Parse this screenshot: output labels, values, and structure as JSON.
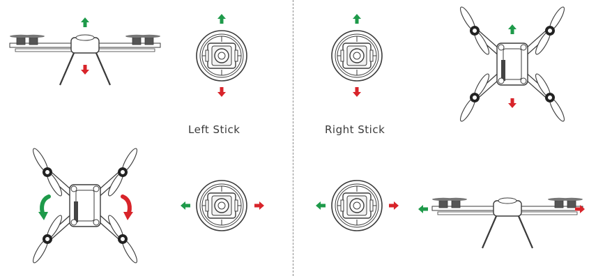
{
  "labels": {
    "left_stick": "Left Stick",
    "right_stick": "Right Stick"
  },
  "colors": {
    "up_arrow": "#1e9a4a",
    "down_arrow": "#d8242a",
    "left_arrow": "#1e9a4a",
    "right_arrow": "#d8242a",
    "line": "#3a3a3a",
    "divider": "#8a8a8a"
  },
  "panels": [
    {
      "stick": "left",
      "axis": "vertical",
      "drone_view": "side",
      "drone_motion": "up-down"
    },
    {
      "stick": "right",
      "axis": "vertical",
      "drone_view": "top",
      "drone_motion": "forward-backward"
    },
    {
      "stick": "left",
      "axis": "horizontal",
      "drone_view": "top",
      "drone_motion": "rotate"
    },
    {
      "stick": "right",
      "axis": "horizontal",
      "drone_view": "side",
      "drone_motion": "left-right"
    }
  ]
}
